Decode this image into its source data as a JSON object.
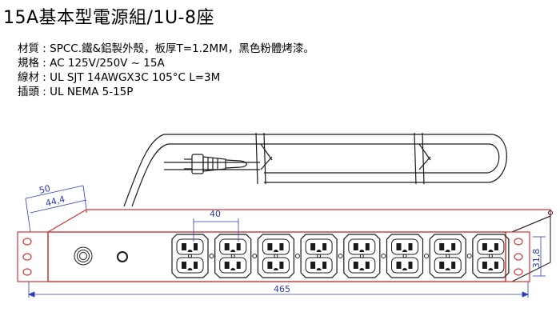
{
  "title": "15A基本型電源組/1U-8座",
  "specs": [
    {
      "label": "材質 : ",
      "value": "SPCC.鐵&鋁製外殼，板厚T=1.2MM，黑色粉體烤漆。"
    },
    {
      "label": "規格 : ",
      "value": "AC 125V/250V ~ 15A"
    },
    {
      "label": "線材 : ",
      "value": "UL SJT 14AWGX3C 105°C L=3M"
    },
    {
      "label": "插頭 : ",
      "value": "UL NEMA 5-15P"
    }
  ],
  "dimensions": {
    "depth_outer": "50",
    "depth_inner": "44,4",
    "outlet_pitch": "40",
    "total_length": "465",
    "height": "31,8"
  },
  "colors": {
    "body_outline": "#d23333",
    "dimension_line": "#2c3bb4",
    "line_art": "#1a1a1a"
  },
  "outlets": {
    "count": 8,
    "type": "NEMA 5-15R"
  }
}
